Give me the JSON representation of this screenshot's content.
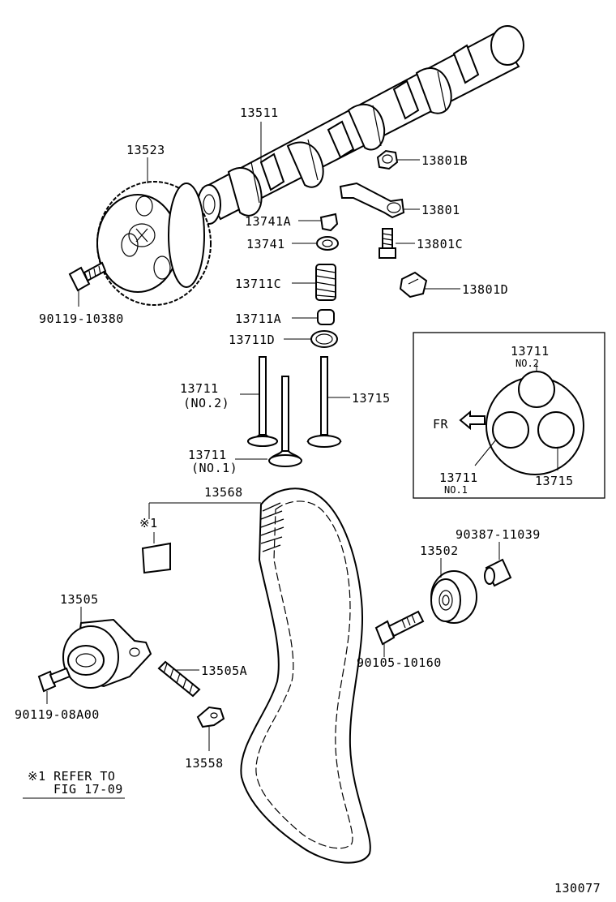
{
  "labels": {
    "camshaft": "13511",
    "cam_gear": "13523",
    "gear_bolt": "90119-10380",
    "rocker_nut": "13801B",
    "rocker_arm": "13801",
    "keeper": "13741A",
    "retainer": "13741",
    "rocker_bolt": "13801C",
    "valve_spring": "13711C",
    "rocker_plate": "13801D",
    "spring_seat_upper": "13711A",
    "spring_seat_lower": "13711D",
    "intake_no2": "13711",
    "intake_no2_sub": "(NO.2)",
    "exhaust_valve": "13715",
    "intake_no1": "13711",
    "intake_no1_sub": "(NO.1)",
    "inset_top": "13711",
    "inset_top_sub": "NO.2",
    "inset_fr": "FR",
    "inset_left": "13711",
    "inset_left_sub": "NO.1",
    "inset_right": "13715",
    "timing_belt": "13568",
    "ref_mark": "※1",
    "idler_bushing": "90387-11039",
    "idler_pulley": "13502",
    "tensioner": "13505",
    "idler_bolt": "90105-10160",
    "tensioner_spring": "13505A",
    "tensioner_bolt": "90119-08A00",
    "bracket": "13558",
    "note_line1": "※1 REFER TO",
    "note_line2": "FIG 17-09",
    "figure_id": "130077"
  }
}
